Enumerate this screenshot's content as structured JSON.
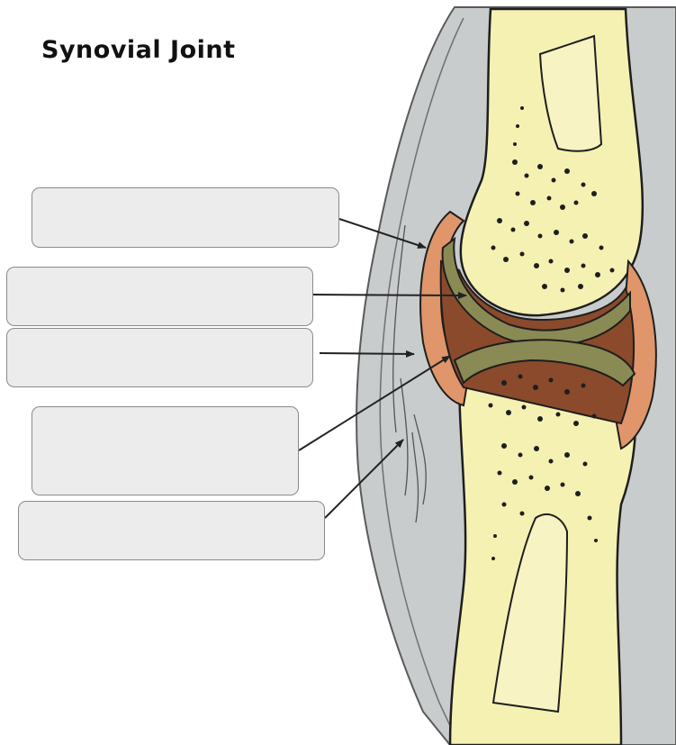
{
  "title": "Synovial Joint",
  "label_boxes": [
    {
      "id": "box-1",
      "text": ""
    },
    {
      "id": "box-2",
      "text": ""
    },
    {
      "id": "box-3",
      "text": ""
    },
    {
      "id": "box-4",
      "text": ""
    },
    {
      "id": "box-5",
      "text": ""
    }
  ],
  "colors": {
    "bone": "#f5f1b3",
    "cartilage": "#8a8a55",
    "synovial_fluid": "#8b4a2c",
    "membrane": "#e0956a",
    "capsule": "#b9bcbc",
    "outline": "#1e1e1e"
  }
}
